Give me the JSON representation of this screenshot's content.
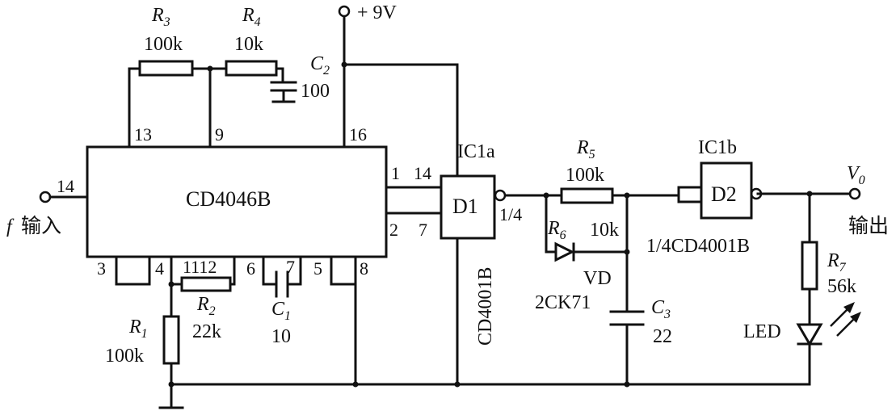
{
  "chip_main": {
    "name": "CD4046B",
    "pins": {
      "p13": "13",
      "p9": "9",
      "p16": "16",
      "p14": "14",
      "p1": "1",
      "p2": "2",
      "p3": "3",
      "p4": "4",
      "p1112": "1112",
      "p6": "6",
      "p7": "7",
      "p5": "5",
      "p8": "8"
    }
  },
  "supply": {
    "label": "+ 9V"
  },
  "input": {
    "prefix": "f",
    "text": "输入"
  },
  "output": {
    "label": "V",
    "sub": "0",
    "text": "输出"
  },
  "gate_a": {
    "name": "IC1a",
    "inner": "D1",
    "pin_in_a": "14",
    "pin_in_b": "7",
    "pin_out": "1/4",
    "part": "CD4001B"
  },
  "gate_b": {
    "name": "IC1b",
    "inner": "D2",
    "part": "1/4CD4001B"
  },
  "r1": {
    "name": "R",
    "sub": "1",
    "value": "100k"
  },
  "r2": {
    "name": "R",
    "sub": "2",
    "value": "22k"
  },
  "r3": {
    "name": "R",
    "sub": "3",
    "value": "100k"
  },
  "r4": {
    "name": "R",
    "sub": "4",
    "value": "10k"
  },
  "r5": {
    "name": "R",
    "sub": "5",
    "value": "100k"
  },
  "r6": {
    "name": "R",
    "sub": "6",
    "value": "10k"
  },
  "r7": {
    "name": "R",
    "sub": "7",
    "value": "56k"
  },
  "c1": {
    "name": "C",
    "sub": "1",
    "value": "10"
  },
  "c2": {
    "name": "C",
    "sub": "2",
    "value": "100"
  },
  "c3": {
    "name": "C",
    "sub": "3",
    "value": "22"
  },
  "vd": {
    "name": "VD",
    "part": "2CK71"
  },
  "led": {
    "name": "LED"
  }
}
